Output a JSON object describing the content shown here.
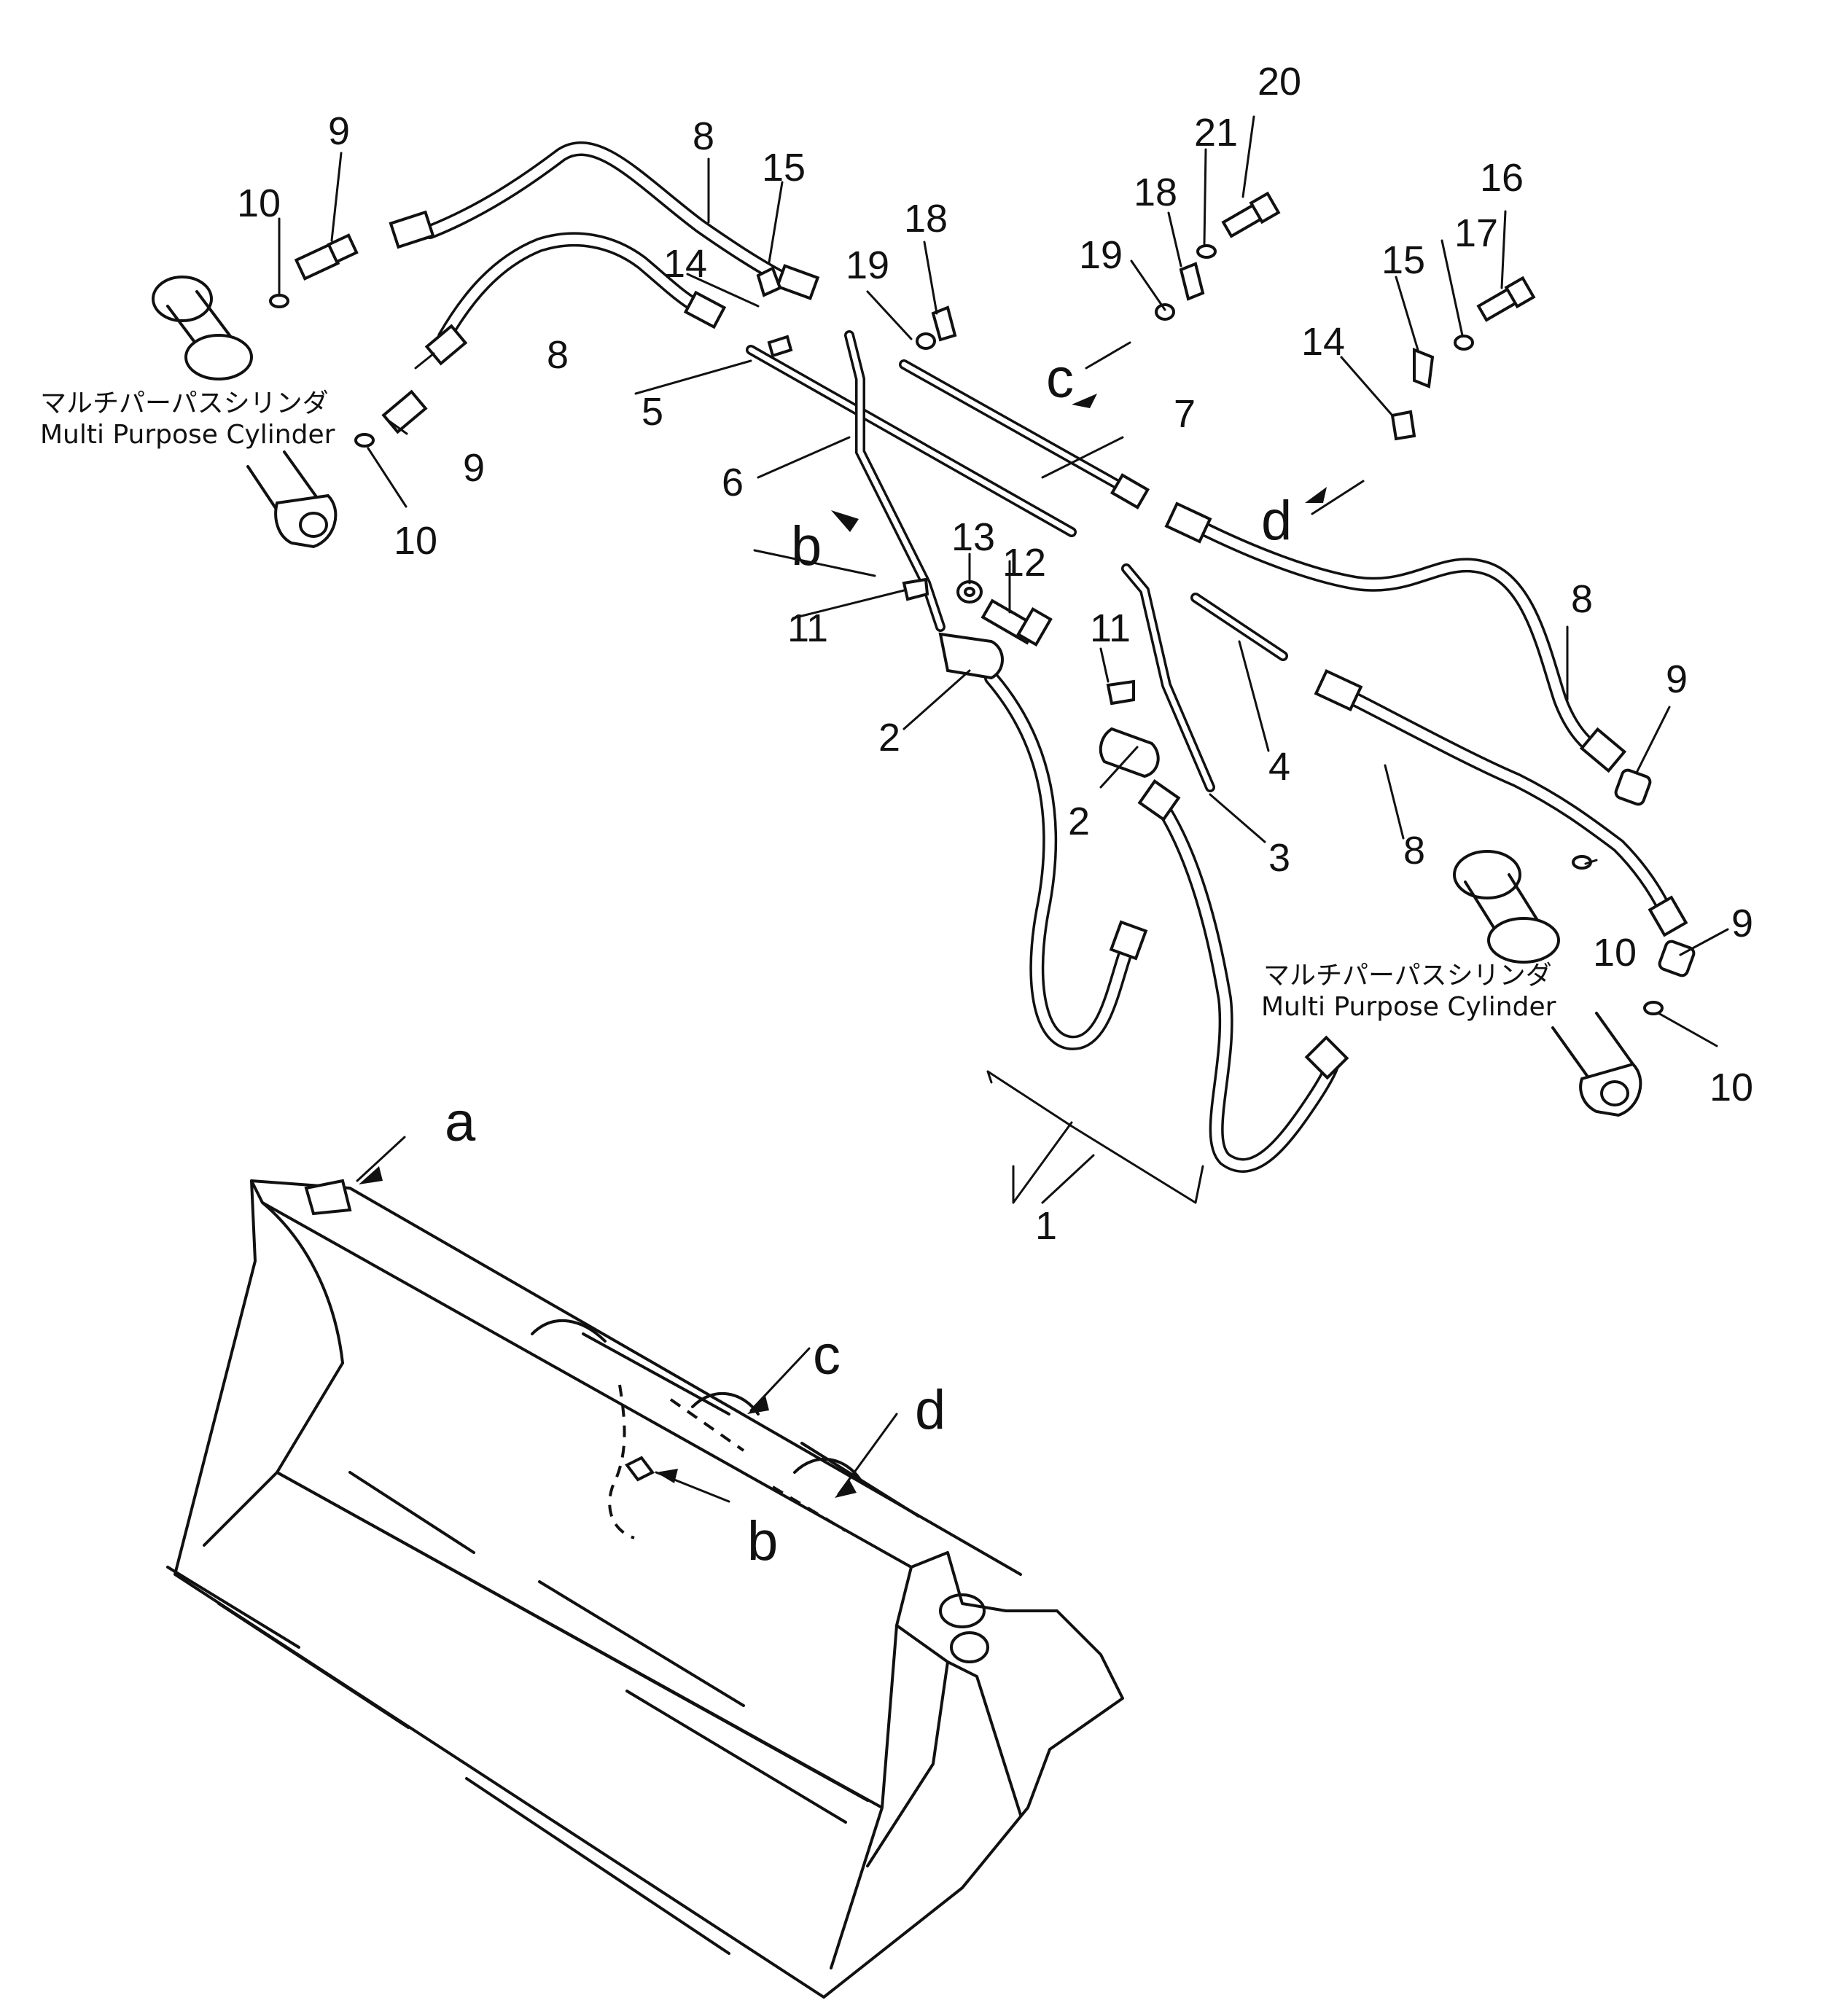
{
  "cylinder_label_jp": "マルチパーパスシリンダ",
  "cylinder_label_en": "Multi  Purpose  Cylinder",
  "callouts": [
    "1",
    "2",
    "2",
    "3",
    "4",
    "5",
    "6",
    "7",
    "8",
    "8",
    "8",
    "8",
    "9",
    "9",
    "9",
    "9",
    "10",
    "10",
    "10",
    "10",
    "11",
    "11",
    "12",
    "13",
    "14",
    "14",
    "15",
    "15",
    "16",
    "17",
    "18",
    "18",
    "19",
    "19",
    "20",
    "21"
  ],
  "view_refs": [
    "a",
    "b",
    "b",
    "c",
    "c",
    "d",
    "d"
  ]
}
